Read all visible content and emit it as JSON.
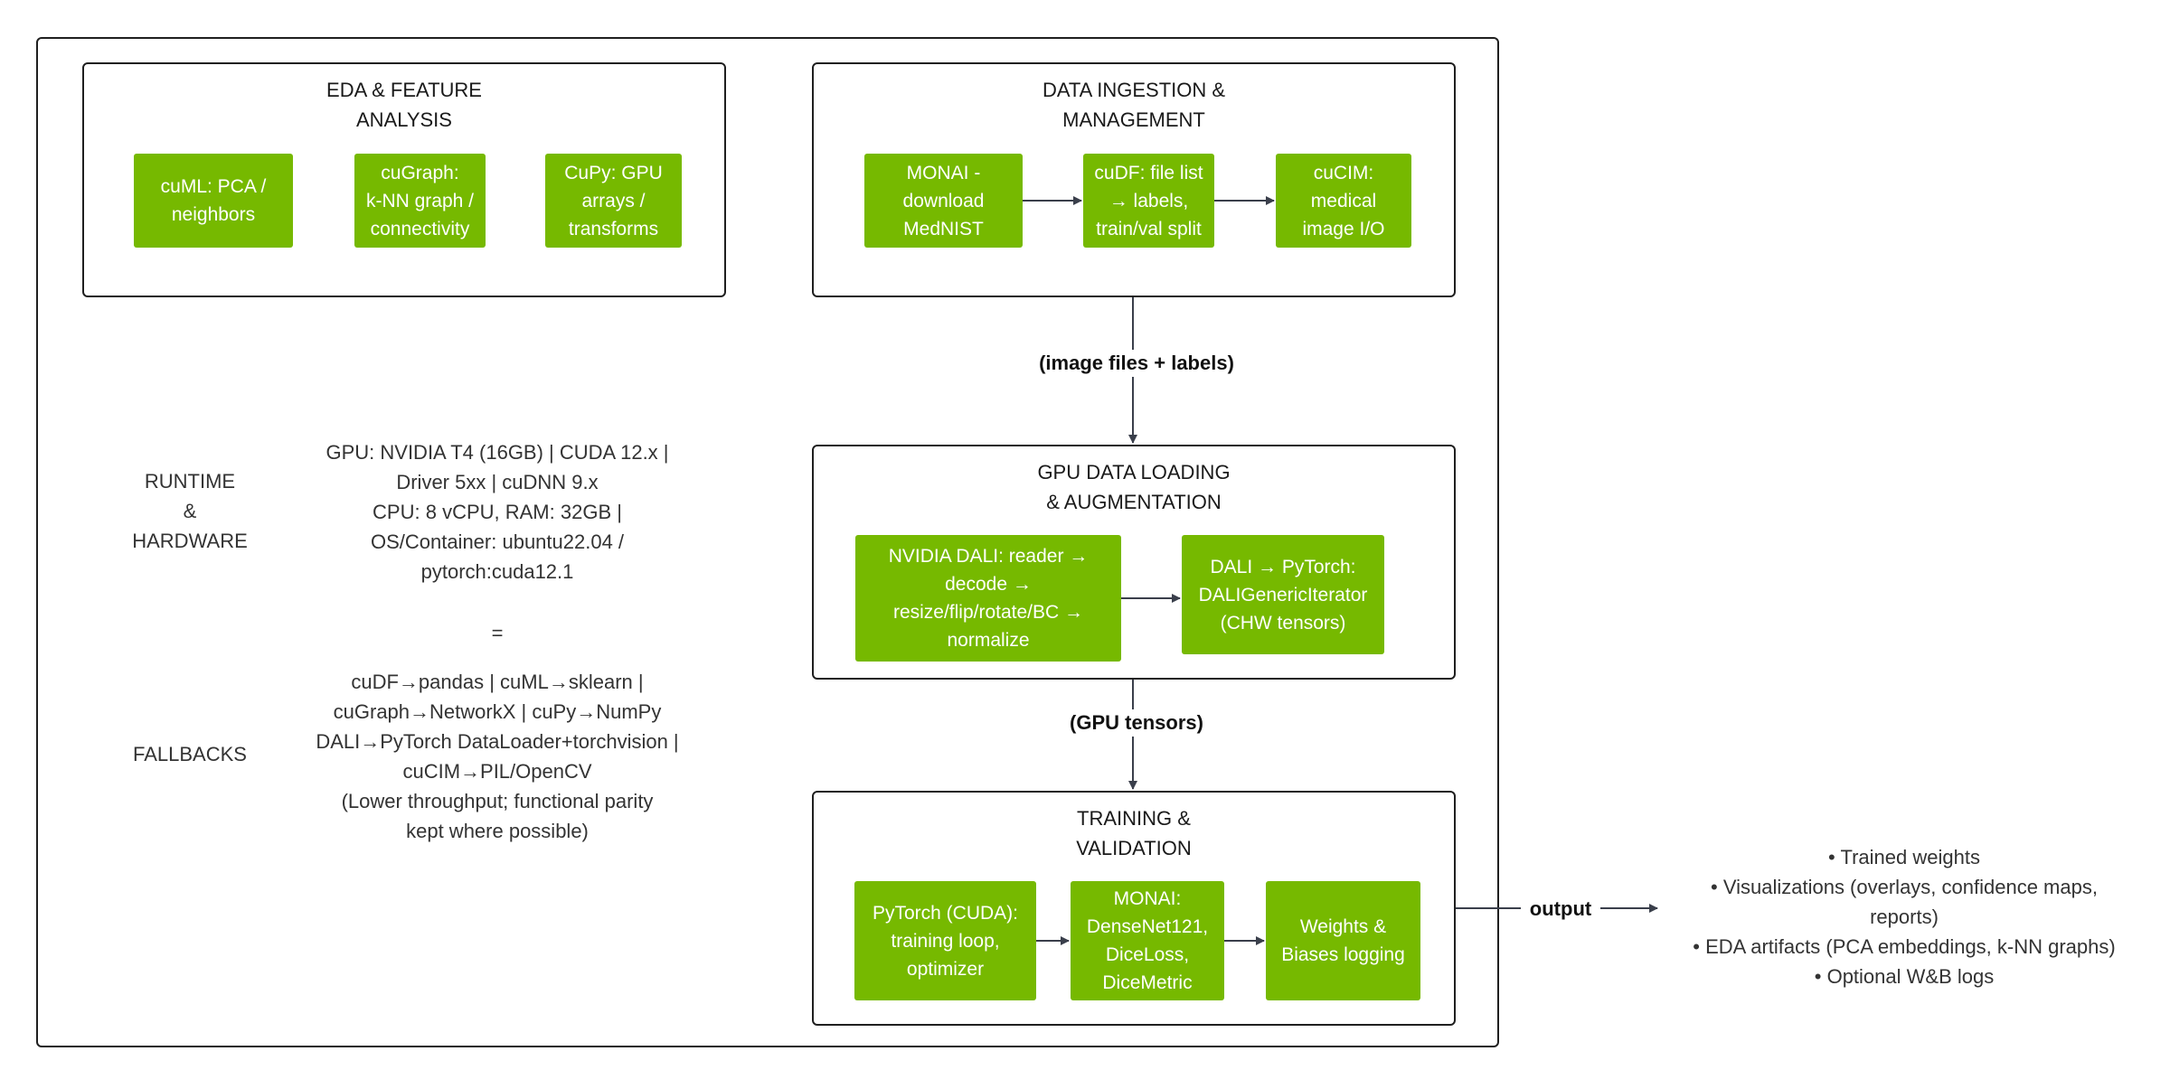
{
  "groups": {
    "eda": {
      "title": "EDA & FEATURE\nANALYSIS",
      "boxes": [
        "cuML: PCA /\nneighbors",
        "cuGraph:\nk-NN graph /\nconnectivity",
        "CuPy: GPU\narrays /\ntransforms"
      ]
    },
    "ingestion": {
      "title": "DATA INGESTION &\nMANAGEMENT",
      "boxes": [
        "MONAI -\ndownload\nMedNIST",
        "cuDF: file list\n→ labels,\ntrain/val split",
        "cuCIM:\nmedical\nimage I/O"
      ]
    },
    "loading": {
      "title": "GPU DATA LOADING\n& AUGMENTATION",
      "boxes": [
        "NVIDIA DALI: reader →\ndecode →\nresize/flip/rotate/BC →\nnormalize",
        "DALI → PyTorch:\nDALIGenericIterator\n(CHW tensors)"
      ]
    },
    "training": {
      "title": "TRAINING &\nVALIDATION",
      "boxes": [
        "PyTorch (CUDA):\ntraining loop,\noptimizer",
        "MONAI:\nDenseNet121,\nDiceLoss,\nDiceMetric",
        "Weights &\nBiases logging"
      ]
    }
  },
  "runtime": {
    "label": "RUNTIME\n&\nHARDWARE",
    "details": "GPU: NVIDIA T4 (16GB) | CUDA 12.x |\nDriver 5xx | cuDNN 9.x\nCPU: 8 vCPU, RAM: 32GB |\nOS/Container: ubuntu22.04 /\npytorch:cuda12.1",
    "separator": "="
  },
  "fallbacks": {
    "label": "FALLBACKS",
    "details": "cuDF→pandas | cuML→sklearn |\ncuGraph→NetworkX | cuPy→NumPy\nDALI→PyTorch DataLoader+torchvision |\ncuCIM→PIL/OpenCV\n(Lower throughput; functional parity\nkept where possible)"
  },
  "edge_labels": {
    "ingest_to_loading": "(image files + labels)",
    "loading_to_training": "(GPU tensors)",
    "output": "output"
  },
  "outputs": [
    "• Trained weights",
    "• Visualizations (overlays, confidence maps,\nreports)",
    "• EDA artifacts (PCA embeddings, k-NN graphs)",
    "• Optional W&B logs"
  ],
  "colors": {
    "accent": "#76b900",
    "border": "#1f1f1f",
    "arrow": "#3a3f4b",
    "text": "#333333"
  }
}
